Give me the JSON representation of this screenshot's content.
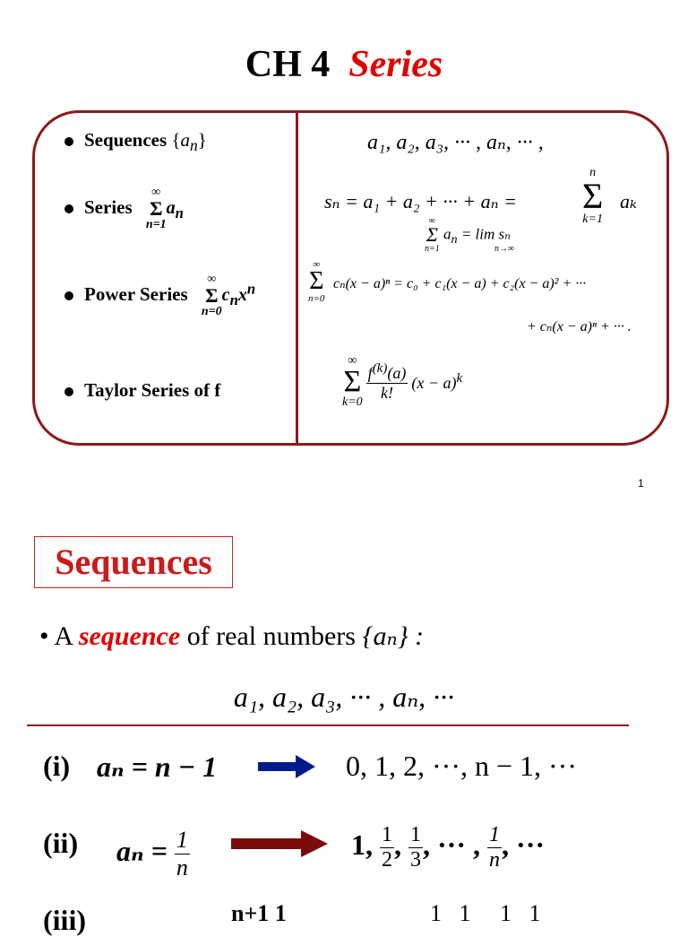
{
  "slide1": {
    "title_prefix": "CH 4",
    "title_emph": "Series",
    "items": [
      {
        "label": "Sequences",
        "formula": "a₁, a₂, a₃, ··· , aₙ, ··· ,"
      },
      {
        "label": "Series",
        "formula_left": "sₙ = a₁ + a₂ + ··· + aₙ =",
        "formula_right": "aₖ",
        "limit": "= lim sₙ"
      },
      {
        "label": "Power Series",
        "formula_line1": "cₙ(x − a)ⁿ = c₀ + c₁(x − a) + c₂(x − a)² + ···",
        "formula_line2": "+ cₙ(x − a)ⁿ + ··· ."
      },
      {
        "label": "Taylor Series of f"
      }
    ],
    "page_number": "1"
  },
  "slide2": {
    "title": "Sequences",
    "bullet_pre": "A",
    "bullet_emph": "sequence",
    "bullet_post": "of real numbers",
    "set_symbol": "{aₙ} :",
    "sequence": "a₁, a₂, a₃, ··· , aₙ, ···",
    "rows": [
      {
        "label": "(i)",
        "formula": "aₙ = n − 1",
        "result": "0, 1, 2, ···, n − 1, ···",
        "arrow_color": "#001a8c"
      },
      {
        "label": "(ii)",
        "formula": "aₙ =",
        "result_lead": "1,",
        "result_tail": "··· ,",
        "result_end": ", ···",
        "arrow_color": "#7a0c0c"
      },
      {
        "label": "(iii)"
      }
    ]
  }
}
